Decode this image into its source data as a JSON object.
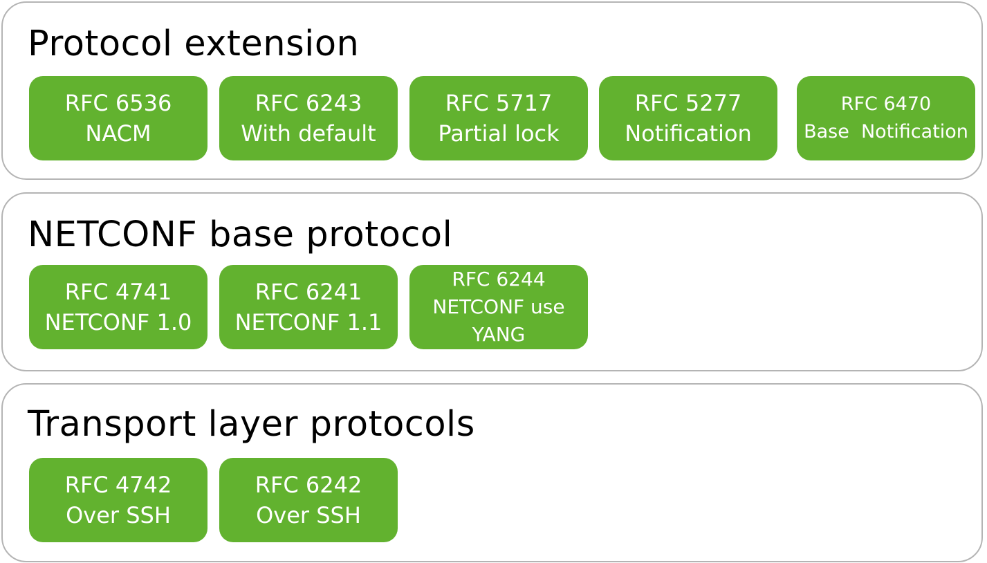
{
  "layers": [
    {
      "title": "Protocol extension",
      "boxes": [
        {
          "rfc": "RFC 6536",
          "desc": "NACM"
        },
        {
          "rfc": "RFC 6243",
          "desc": "With default"
        },
        {
          "rfc": "RFC 5717",
          "desc": "Partial lock"
        },
        {
          "rfc": "RFC 5277",
          "desc": "Notification"
        },
        {
          "rfc": "RFC 6470",
          "desc": "Base  Notification"
        }
      ]
    },
    {
      "title": "NETCONF base protocol",
      "boxes": [
        {
          "rfc": "RFC 4741",
          "desc": "NETCONF 1.0"
        },
        {
          "rfc": "RFC 6241",
          "desc": "NETCONF 1.1"
        },
        {
          "rfc": "RFC 6244",
          "desc": "NETCONF use",
          "desc2": "YANG"
        }
      ]
    },
    {
      "title": "Transport layer protocols",
      "boxes": [
        {
          "rfc": "RFC 4742",
          "desc": "Over SSH"
        },
        {
          "rfc": "RFC 6242",
          "desc": "Over SSH"
        }
      ]
    }
  ],
  "colors": {
    "box_fill": "#62b22f",
    "box_text": "#ffffff",
    "layer_border": "#b4b4b4"
  }
}
